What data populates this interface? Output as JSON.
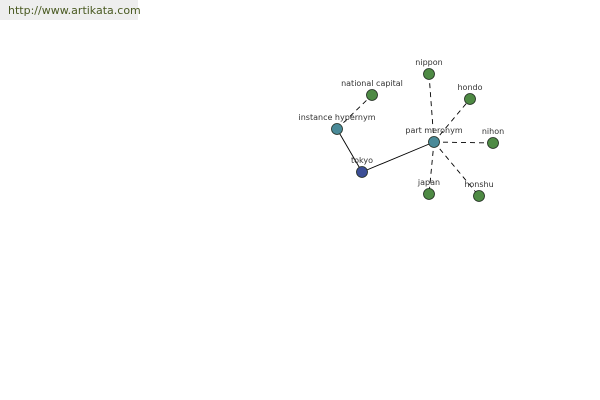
{
  "header": {
    "url": "http://www.artikata.com"
  },
  "colors": {
    "word": "#3c4e96",
    "relation": "#4a8a98",
    "term": "#4e8a44"
  },
  "graph": {
    "nodes": [
      {
        "id": "tokyo",
        "label": "tokyo",
        "kind": "word"
      },
      {
        "id": "instance_hypernym",
        "label": "instance hypernym",
        "kind": "relation"
      },
      {
        "id": "part_meronym",
        "label": "part meronym",
        "kind": "relation"
      },
      {
        "id": "national_capital",
        "label": "national capital",
        "kind": "term"
      },
      {
        "id": "nippon",
        "label": "nippon",
        "kind": "term"
      },
      {
        "id": "hondo",
        "label": "hondo",
        "kind": "term"
      },
      {
        "id": "nihon",
        "label": "nihon",
        "kind": "term"
      },
      {
        "id": "honshu",
        "label": "honshu",
        "kind": "term"
      },
      {
        "id": "japan",
        "label": "japan",
        "kind": "term"
      }
    ],
    "edges": [
      {
        "from": "tokyo",
        "to": "instance_hypernym",
        "style": "solid"
      },
      {
        "from": "tokyo",
        "to": "part_meronym",
        "style": "solid"
      },
      {
        "from": "instance_hypernym",
        "to": "national_capital",
        "style": "dashed"
      },
      {
        "from": "part_meronym",
        "to": "nippon",
        "style": "dashed"
      },
      {
        "from": "part_meronym",
        "to": "hondo",
        "style": "dashed"
      },
      {
        "from": "part_meronym",
        "to": "nihon",
        "style": "dashed"
      },
      {
        "from": "part_meronym",
        "to": "honshu",
        "style": "dashed"
      },
      {
        "from": "part_meronym",
        "to": "japan",
        "style": "dashed"
      }
    ]
  }
}
